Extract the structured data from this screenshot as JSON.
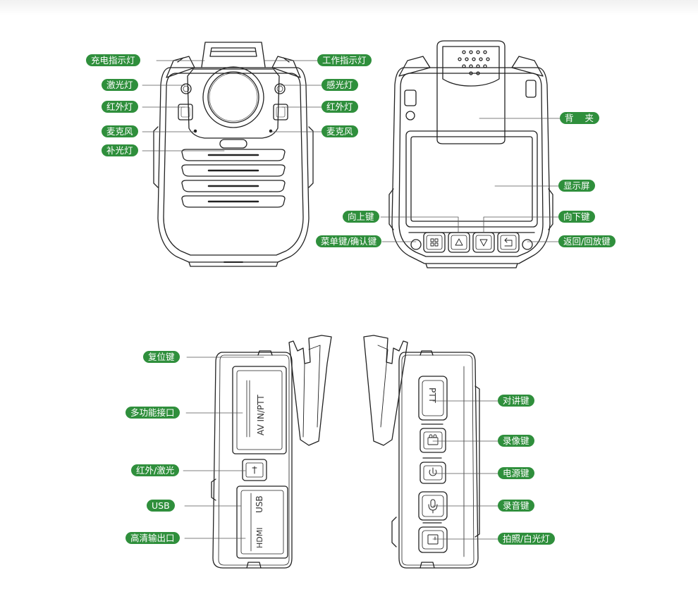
{
  "colors": {
    "label_bg": "#2f8f3c",
    "label_text": "#ffffff",
    "line": "#222222",
    "leader": "#555555"
  },
  "front_view": {
    "charge_indicator": "充电指示灯",
    "laser_light": "激光灯",
    "ir_light_left": "红外灯",
    "mic_left": "麦克风",
    "fill_light": "补光灯",
    "work_indicator": "工作指示灯",
    "light_sensor": "感光灯",
    "ir_light_right": "红外灯",
    "mic_right": "麦克风"
  },
  "back_view": {
    "back_clip": "背 夹",
    "display": "显示屏",
    "up_key": "向上键",
    "down_key": "向下键",
    "menu_key": "菜单键/确认键",
    "return_key": "返回/回放键"
  },
  "left_side": {
    "reset_key": "复位键",
    "multi_port": "多功能接口",
    "ir_laser": "红外/激光",
    "usb": "USB",
    "hdmi_out": "高清输出口",
    "port_text_1": "AV IN/PTT",
    "port_text_2": "USB",
    "port_text_3": "HDMI"
  },
  "right_side": {
    "ptt_key": "对讲键",
    "record_video_key": "录像键",
    "power_key": "电源键",
    "record_audio_key": "录音键",
    "photo_light_key": "拍照/白光灯",
    "ptt_text": "PTT"
  },
  "icons": [
    "menu-grid-icon",
    "up-triangle-icon",
    "down-triangle-icon",
    "return-arrow-icon",
    "camera-icon",
    "power-icon",
    "microphone-icon",
    "photo-icon"
  ]
}
